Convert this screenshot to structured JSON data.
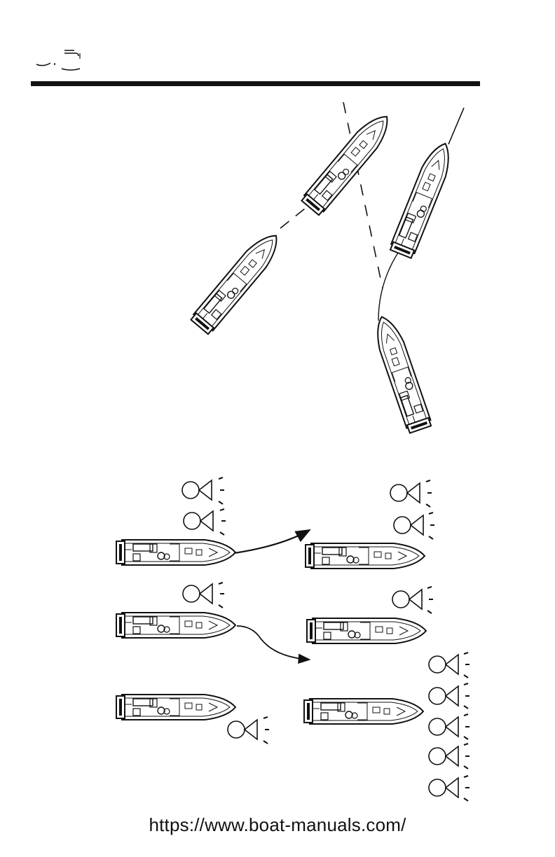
{
  "page": {
    "header_logo": "boat-manuals page header mark (partially printed)",
    "footer_url": "https://www.boat-manuals.com/"
  },
  "illustrations": [
    {
      "name": "crossing-situation-diagram",
      "boats": 4
    },
    {
      "name": "sound-signal-diagram",
      "boats": 6,
      "whistle_signals_left": [
        2,
        1,
        1
      ],
      "whistle_signals_right": [
        2,
        1,
        5
      ]
    }
  ]
}
